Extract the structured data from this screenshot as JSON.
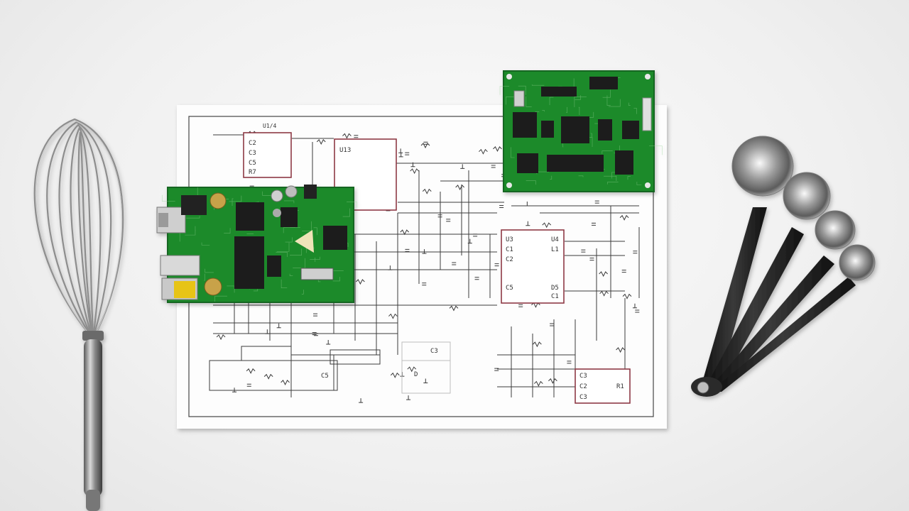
{
  "scene": {
    "background": "#f2f2f2",
    "objects": [
      {
        "name": "whisk",
        "icon": "whisk-icon"
      },
      {
        "name": "circuit-schematic-sheet",
        "icon": "schematic-icon"
      },
      {
        "name": "pcb-board-left",
        "icon": "pcb-icon"
      },
      {
        "name": "pcb-board-top-right",
        "icon": "pcb-icon"
      },
      {
        "name": "measuring-spoons",
        "icon": "spoon-icon"
      }
    ]
  },
  "schematic": {
    "ink": "#3a3a3a",
    "chip_outline": "#8e3a45",
    "labels": {
      "top_ref": "U1/4",
      "chip_a": [
        "C2",
        "C3",
        "C5",
        "R7"
      ],
      "chip_b_title": "U13",
      "chip_c_left": [
        "U3",
        "C1",
        "C2",
        "C5"
      ],
      "chip_c_right": [
        "U4",
        "L1",
        "D5",
        "C1"
      ],
      "chip_d": [
        "C3",
        "C2",
        "C3"
      ],
      "chip_d_right": "R1",
      "box_c5": "C5",
      "box_c3": "C3",
      "box_d": "D"
    }
  },
  "colors": {
    "pcb_green": "#1e8a2c",
    "pcb_green_dark": "#156a20",
    "chip_black": "#1b1b1b",
    "metal_light": "#e8e8e8",
    "metal_dark": "#2a2a2a"
  }
}
